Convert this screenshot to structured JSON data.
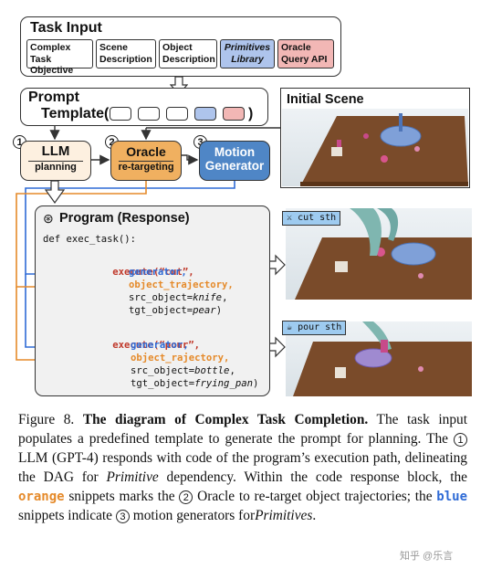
{
  "task_input": {
    "title": "Task Input",
    "items": [
      "Complex Task Objective",
      "Scene Description",
      "Object Description",
      "Primitives Library",
      "Oracle Query API"
    ]
  },
  "prompt": {
    "title": "Prompt",
    "template_label": "Template(",
    "close": ")"
  },
  "initial_scene": {
    "title": "Initial Scene"
  },
  "modules": {
    "llm": {
      "num": "1",
      "title": "LLM",
      "sub": "planning"
    },
    "oracle": {
      "num": "2",
      "title": "Oracle",
      "sub": "re-targeting"
    },
    "motion": {
      "num": "3",
      "title": "Motion",
      "title2": "Generator"
    }
  },
  "program": {
    "title": "Program (Response)",
    "def": "def exec_task():",
    "block1": {
      "execute": "execute",
      "arg": "(“cut”,",
      "generator": "generator,",
      "trajectory": "object_trajectory,",
      "src": "src_object=",
      "src_val": "knife",
      "tgt": "tgt_object=",
      "tgt_val": "pear",
      "end": ")"
    },
    "block2": {
      "execute": "execute",
      "arg": "(“pour”,",
      "generator": "generator,",
      "trajectory": "object_rajectory,",
      "src": "src_object=",
      "src_val": "bottle",
      "tgt": "tgt_object=",
      "tgt_val": "frying_pan",
      "end": ")"
    }
  },
  "tags": {
    "cut": "cut sth",
    "pour": "pour sth"
  },
  "caption": {
    "fig": "Figure 8.",
    "bold": "The diagram of Complex Task Completion.",
    "t1": "The task input populates a predefined template to generate the prompt for planning. The",
    "c1": "1",
    "t2": "LLM (GPT-4) responds with code of the program’s execution path, delineating the DAG for",
    "prim1": "Primitive",
    "t3": "dependency. Within the code response block, the",
    "orange": "orange",
    "t4": "snippets marks the",
    "c2": "2",
    "t5": "Oracle to re-target object trajectories; the",
    "blue": "blue",
    "t6": "snippets indicate",
    "c3": "3",
    "t7": "motion generators for",
    "prim2": "Primitives",
    "t8": "."
  },
  "watermark": "知乎 @乐言",
  "colors": {
    "orange": "#e58a2a",
    "blue": "#2f6bd6",
    "red": "#c0392b",
    "llm_fill": "#fdf0e0",
    "oracle_fill": "#f0b060",
    "motion_fill": "#4f86c6"
  }
}
